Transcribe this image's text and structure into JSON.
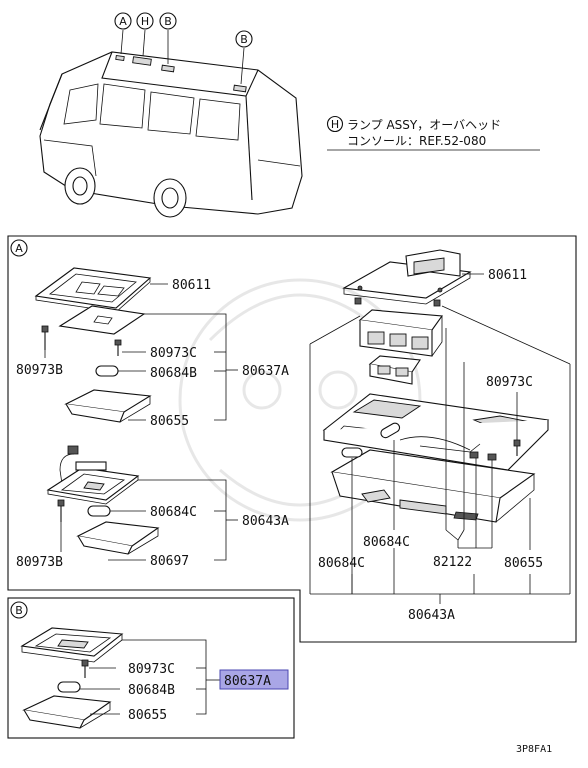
{
  "markers": {
    "a": "A",
    "h": "H",
    "b": "B"
  },
  "note": {
    "line1": "ランプ ASSY，オーバヘッド",
    "line2": "コンソール：REF.52-080"
  },
  "section_a": {
    "marker": "A",
    "labels": {
      "p80611_left": "80611",
      "p80973c_left": "80973C",
      "p80973b_top": "80973B",
      "p80684b": "80684B",
      "p80637a": "80637A",
      "p80655_left": "80655",
      "p80684c_left": "80684C",
      "p80643a_left": "80643A",
      "p80973b_bottom": "80973B",
      "p80697": "80697",
      "p80611_right": "80611",
      "p80973c_right": "80973C",
      "p80684c_mid": "80684C",
      "p80684c_low": "80684C",
      "p82122": "82122",
      "p80655_right": "80655",
      "p80643a_right": "80643A"
    }
  },
  "section_b": {
    "marker": "B",
    "labels": {
      "p80973c": "80973C",
      "p80684b": "80684B",
      "p80655": "80655",
      "p80637a_highlight": "80637A"
    }
  },
  "footer_code": "3P8FA1",
  "colors": {
    "highlight": "#a9a6e6",
    "line": "#111111"
  }
}
